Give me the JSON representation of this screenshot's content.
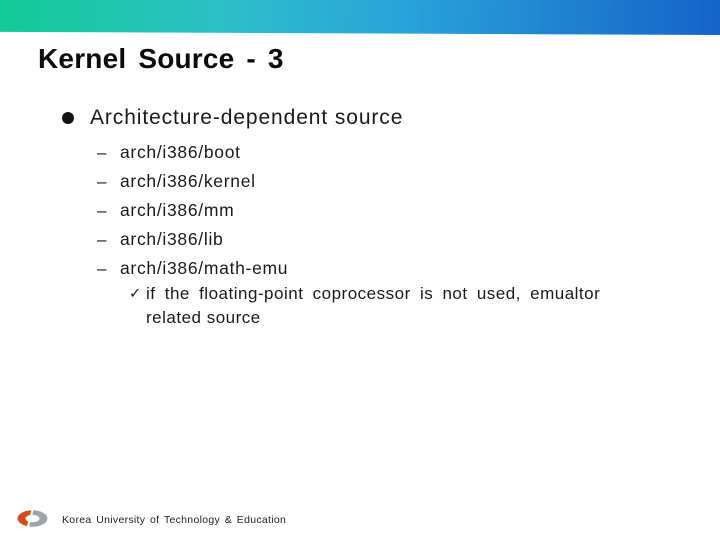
{
  "slide": {
    "title": "Kernel Source - 3",
    "bullet_heading": "Architecture-dependent source",
    "sub_items": [
      "arch/i386/boot",
      "arch/i386/kernel",
      "arch/i386/mm",
      "arch/i386/lib",
      "arch/i386/math-emu"
    ],
    "check_note": {
      "line1": "if the floating-point coprocessor is not used, emualtor",
      "line2": "related source"
    }
  },
  "glyphs": {
    "dash_bullet": "–",
    "check_bullet": "✓"
  },
  "footer": {
    "institution": "Korea University of Technology & Education"
  },
  "colors": {
    "header_gradient_left": "#12cb94",
    "header_gradient_mid": "#2aa4da",
    "header_gradient_right": "#1563c9",
    "title_text": "#0b0b0b",
    "body_text": "#1a1a1a",
    "logo_orange": "#d84a1e",
    "logo_gray": "#9ea2a6"
  }
}
